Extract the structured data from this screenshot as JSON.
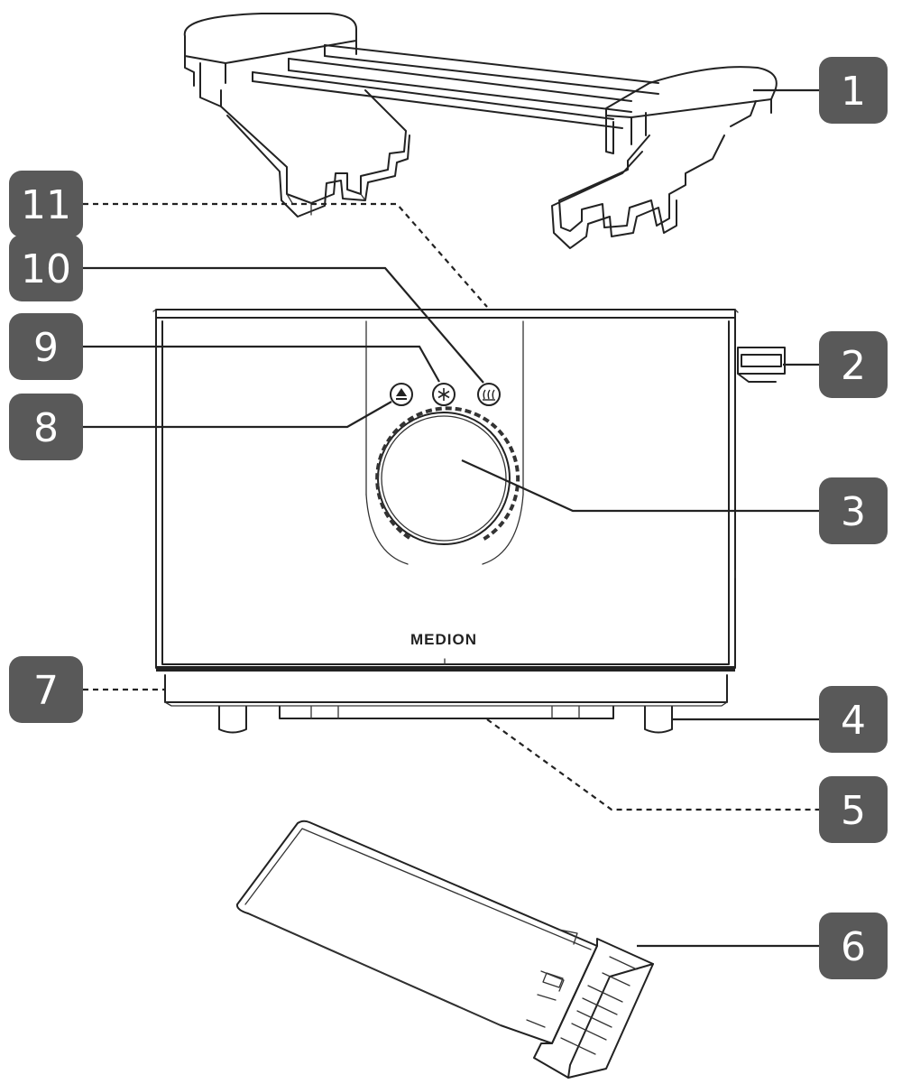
{
  "brand": {
    "logo_text": "MEDION"
  },
  "callouts": [
    {
      "number": "1"
    },
    {
      "number": "2"
    },
    {
      "number": "3"
    },
    {
      "number": "4"
    },
    {
      "number": "5"
    },
    {
      "number": "6"
    },
    {
      "number": "7"
    },
    {
      "number": "8"
    },
    {
      "number": "9"
    },
    {
      "number": "10"
    },
    {
      "number": "11"
    }
  ],
  "buttons": {
    "eject_icon": "eject-icon",
    "defrost_icon": "snowflake-icon",
    "reheat_icon": "reheat-icon"
  },
  "colors": {
    "callout_badge": "#595959",
    "callout_text": "#ffffff",
    "line_art": "#222222"
  }
}
